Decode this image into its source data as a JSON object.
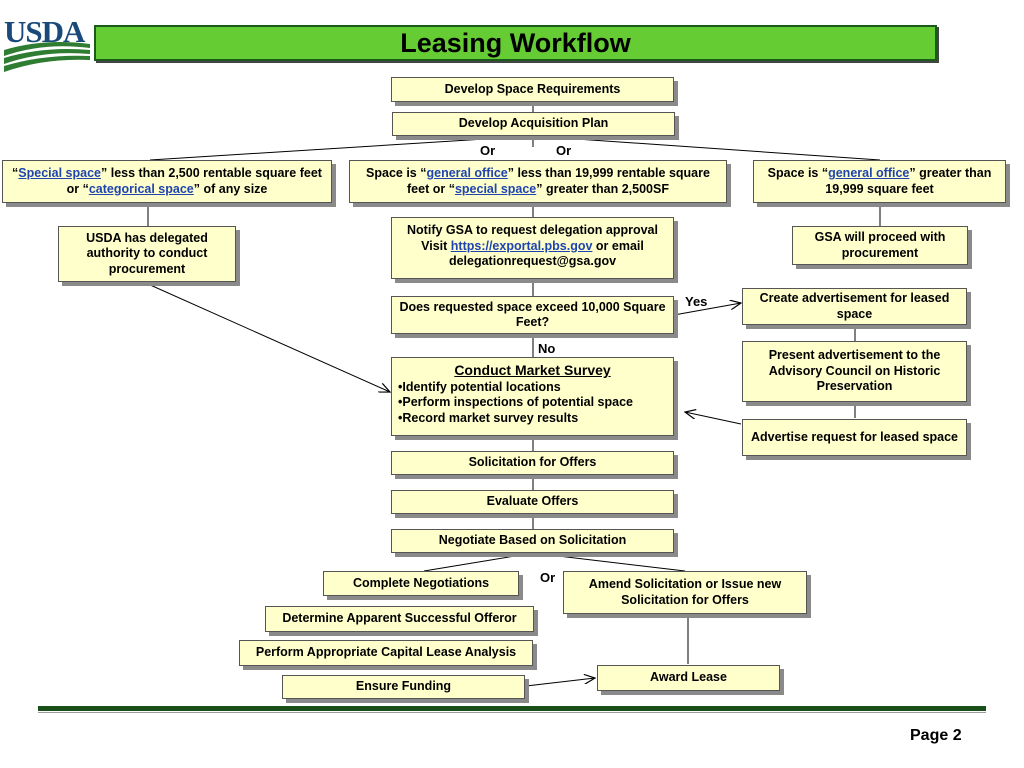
{
  "logo": {
    "text": "USDA"
  },
  "title": "Leasing Workflow",
  "page_number": "Page 2",
  "labels": {
    "or_1": "Or",
    "or_2": "Or",
    "yes": "Yes",
    "no": "No",
    "or_3": "Or"
  },
  "boxes": {
    "develop_space_requirements": "Develop Space Requirements",
    "develop_acquisition_plan": "Develop Acquisition Plan",
    "special_space": {
      "q1": "“",
      "link1": "Special space",
      "mid": "” less than 2,500  rentable square feet or “",
      "link2": "categorical space",
      "end": "” of any size"
    },
    "general_office_small": {
      "pre": "Space is “",
      "link1": "general office",
      "mid": "” less than 19,999 rentable square feet or “",
      "link2": "special space",
      "end": "” greater than 2,500SF"
    },
    "general_office_large": {
      "pre": "Space is “",
      "link1": "general office",
      "end": "” greater than 19,999 square feet"
    },
    "usda_delegated": "USDA has delegated authority to conduct procurement",
    "notify_gsa": {
      "line1": "Notify GSA to request delegation approval",
      "visit": "Visit ",
      "link": "https://exportal.pbs.gov",
      "email": " or email delegationrequest@gsa.gov"
    },
    "gsa_proceed": "GSA will proceed with procurement",
    "exceed_10000": "Does requested space exceed 10,000 Square Feet?",
    "create_advertisement": "Create advertisement for leased space",
    "present_advertisement": "Present advertisement to  the Advisory Council on Historic Preservation",
    "market_survey": {
      "heading": "Conduct Market Survey",
      "items": [
        "•Identify potential locations",
        "•Perform inspections of potential space",
        "•Record market survey results"
      ]
    },
    "advertise_request": "Advertise request for leased space",
    "solicitation_for_offers": "Solicitation for Offers",
    "evaluate_offers": "Evaluate Offers",
    "negotiate": "Negotiate Based on Solicitation",
    "complete_negotiations": "Complete Negotiations",
    "amend_solicitation": "Amend Solicitation or Issue new Solicitation for Offers",
    "determine_offeror": "Determine Apparent Successful Offeror",
    "capital_lease": "Perform Appropriate Capital Lease Analysis",
    "ensure_funding": "Ensure Funding",
    "award_lease": "Award Lease"
  },
  "colors": {
    "box_fill": "#ffffcc",
    "title_green": "#66cc33",
    "link_blue": "#1f44b0",
    "rule_green": "#1a4f1a"
  }
}
